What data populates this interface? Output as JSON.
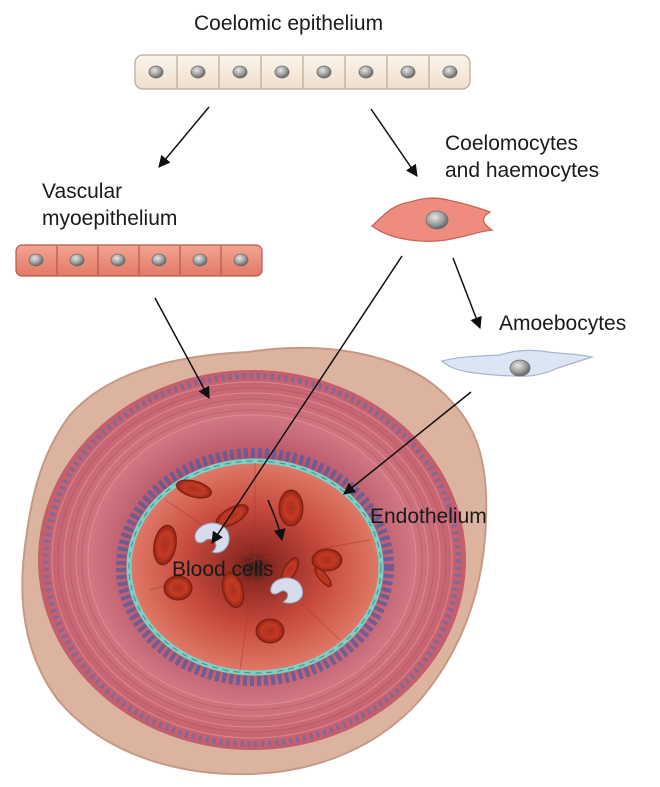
{
  "labels": {
    "coelomic_epithelium": "Coelomic epithelium",
    "vascular_line1": "Vascular",
    "vascular_line2": "myoepithelium",
    "coelomocytes_line1": "Coelomocytes",
    "coelomocytes_line2": "and haemocytes",
    "amoebocytes": "Amoebocytes",
    "endothelium": "Endothelium",
    "blood_cells": "Blood cells"
  },
  "colors": {
    "coelomic_cell_fill": "#f6ecdf",
    "vascular_cell_fill": "#ec8e7c",
    "coelomocyte_fill": "#ee8d7e",
    "amoebocyte_fill": "#d9e4f4",
    "nucleus": "#9e9e9e",
    "vessel_outer": "#ddb39f",
    "vessel_wall": "#c96a71",
    "vessel_purple_band": "#6f6aa5",
    "endothelium_line": "#7ecfc4",
    "lumen": "#cc4a3d",
    "red_blood_cell": "#c43a24",
    "white_blood_cell": "#d7dcec",
    "arrow": "#111111"
  }
}
